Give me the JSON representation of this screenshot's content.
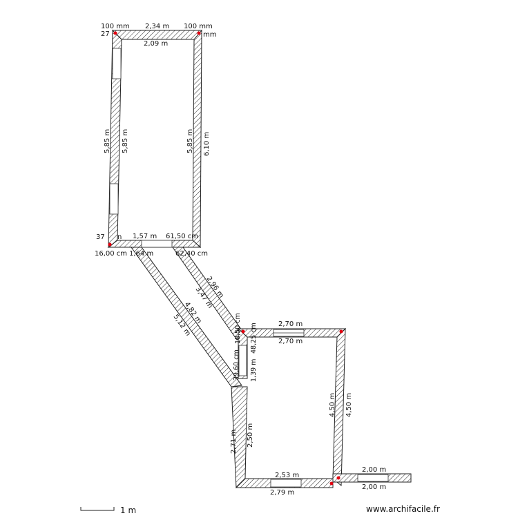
{
  "top_room": {
    "top": {
      "left_offset": "100 mm",
      "length": "2,34 m",
      "right_offset": "100 mm",
      "inner_length": "2,09 m",
      "left_thickness": "27",
      "right_thickness": "mm"
    },
    "left_wall": {
      "outer": "5,85 m",
      "inner": "5,85 m"
    },
    "right_wall": {
      "inner": "5,85 m",
      "outer": "6,10 m"
    },
    "bottom": {
      "thickness_left": "37",
      "thickness_left_tail": "n",
      "opening_width": "1,57 m",
      "right_segment": "61,50 cm",
      "left_segment": "16,00 cm",
      "opening_span": "1,64 m",
      "right_segment_outer": "62,40 cm"
    }
  },
  "corridor": {
    "right_inner": "2,96 m",
    "right_outer": "3,47 m",
    "left_inner": "4,82 m",
    "left_outer": "5,12 m"
  },
  "bottom_room": {
    "top_inner": "2,70 m",
    "top_outer": "2,70 m",
    "left_top_small": "18,50 cm",
    "left_top_segment": "48,25 cm",
    "left_opening": "39,60 cm",
    "left_opening_outer": "1,39 m",
    "left_lower_outer": "2,71 m",
    "left_lower_inner": "2,50 m",
    "right_inner": "4,50 m",
    "right_outer": "4,50 m",
    "bottom_inner": "2,53 m",
    "bottom_outer": "2,79 m",
    "extension_top": "2,00 m",
    "extension_bottom": "2,00 m"
  },
  "footer": {
    "scale_label": "1 m",
    "watermark": "www.archifacile.fr"
  }
}
